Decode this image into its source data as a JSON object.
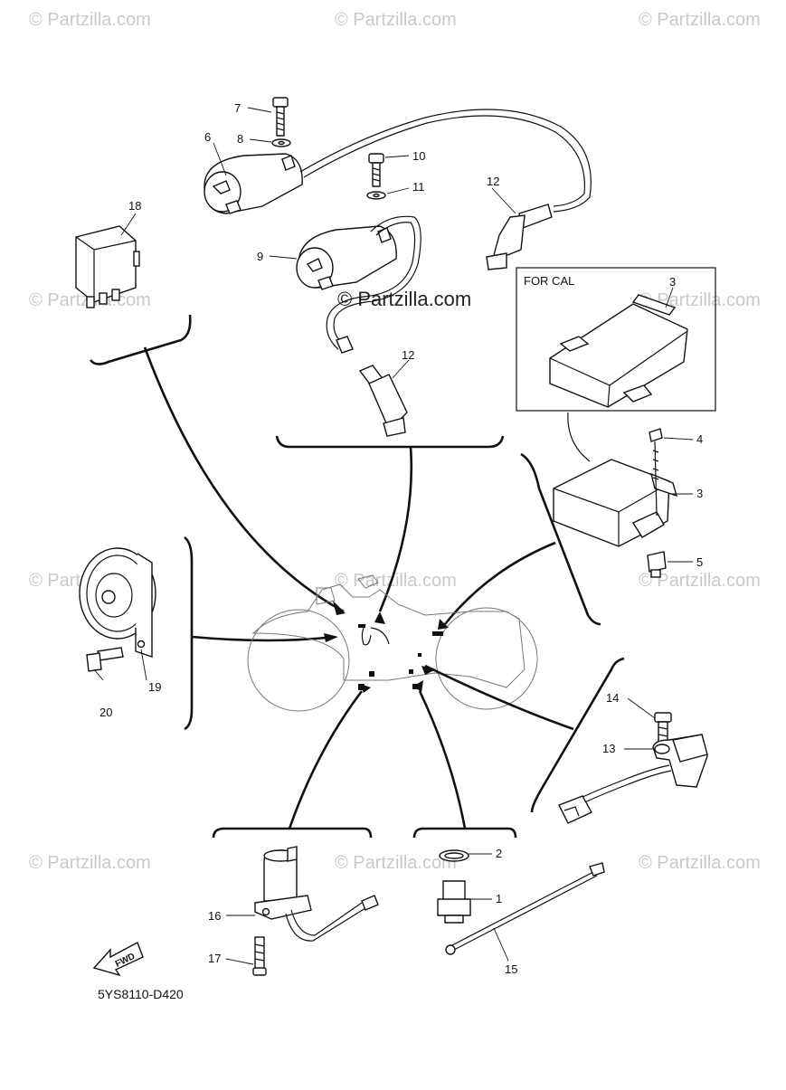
{
  "watermark": {
    "text": "© Partzilla.com",
    "center_text": "© Partzilla.com"
  },
  "inset": {
    "label": "FOR CAL"
  },
  "footer": {
    "diagram_code": "5YS8110-D420",
    "fwd_label": "FWD"
  },
  "callouts": [
    {
      "n": "1",
      "text": "1"
    },
    {
      "n": "2",
      "text": "2"
    },
    {
      "n": "3",
      "text": "3"
    },
    {
      "n": "4",
      "text": "4"
    },
    {
      "n": "5",
      "text": "5"
    },
    {
      "n": "6",
      "text": "6"
    },
    {
      "n": "7",
      "text": "7"
    },
    {
      "n": "8",
      "text": "8"
    },
    {
      "n": "9",
      "text": "9"
    },
    {
      "n": "10",
      "text": "10"
    },
    {
      "n": "11",
      "text": "11"
    },
    {
      "n": "12",
      "text": "12"
    },
    {
      "n": "13",
      "text": "13"
    },
    {
      "n": "14",
      "text": "14"
    },
    {
      "n": "15",
      "text": "15"
    },
    {
      "n": "16",
      "text": "16"
    },
    {
      "n": "17",
      "text": "17"
    },
    {
      "n": "18",
      "text": "18"
    },
    {
      "n": "19",
      "text": "19"
    },
    {
      "n": "20",
      "text": "20"
    }
  ]
}
